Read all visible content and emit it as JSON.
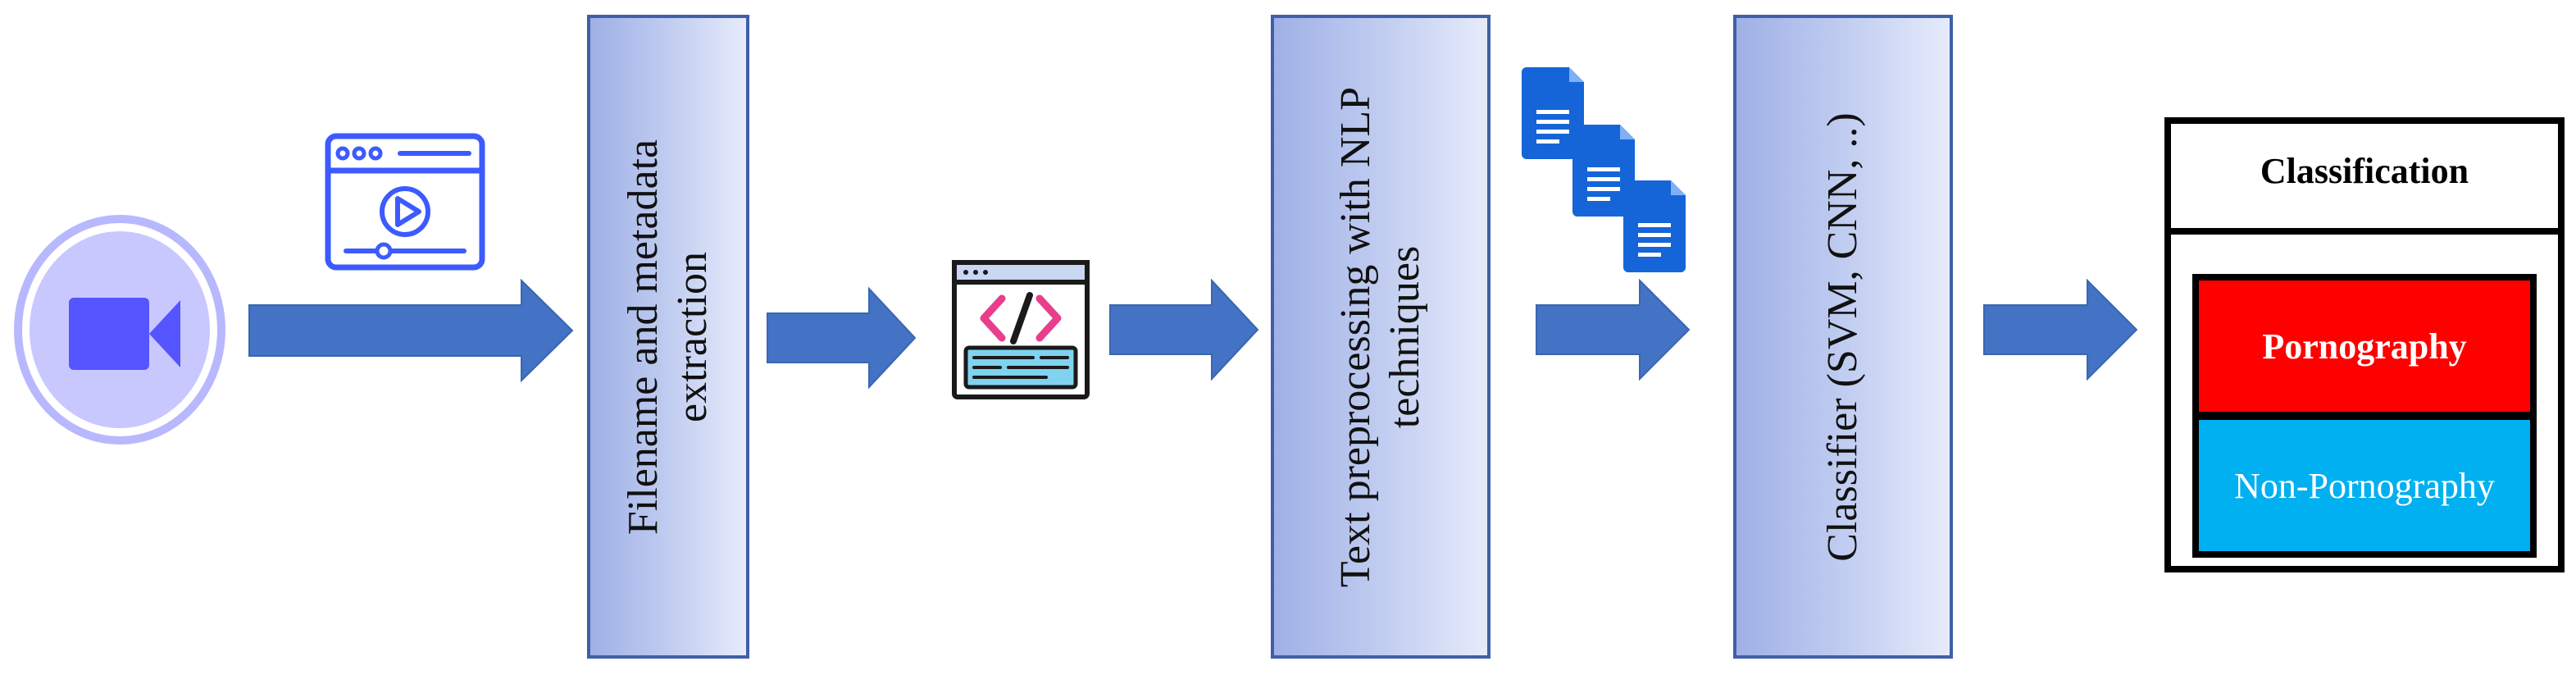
{
  "stages": [
    {
      "label_lines": [
        "Filename and metadata",
        "extraction"
      ]
    },
    {
      "label_lines": [
        "Text preprocessing  with NLP",
        "techniques"
      ]
    },
    {
      "label_lines": [
        "Classifier (SVM, CNN, ..)"
      ]
    }
  ],
  "classification": {
    "title": "Classification",
    "positive_label": "Pornography",
    "negative_label": "Non-Pornography"
  },
  "icons": [
    "video-camera-icon",
    "video-player-window-icon",
    "code-editor-icon",
    "document-stack-icon",
    "flow-arrow-icon"
  ],
  "colors": {
    "arrow": "#4472c4",
    "stage_border": "#3f5fa8",
    "stage_fill_start": "#9fb0e6",
    "stage_fill_end": "#e6ebfb",
    "pornography": "#ff0000",
    "non_pornography": "#00b0f0",
    "doc_blue": "#1565d8",
    "camera_blue": "#5555ff"
  }
}
